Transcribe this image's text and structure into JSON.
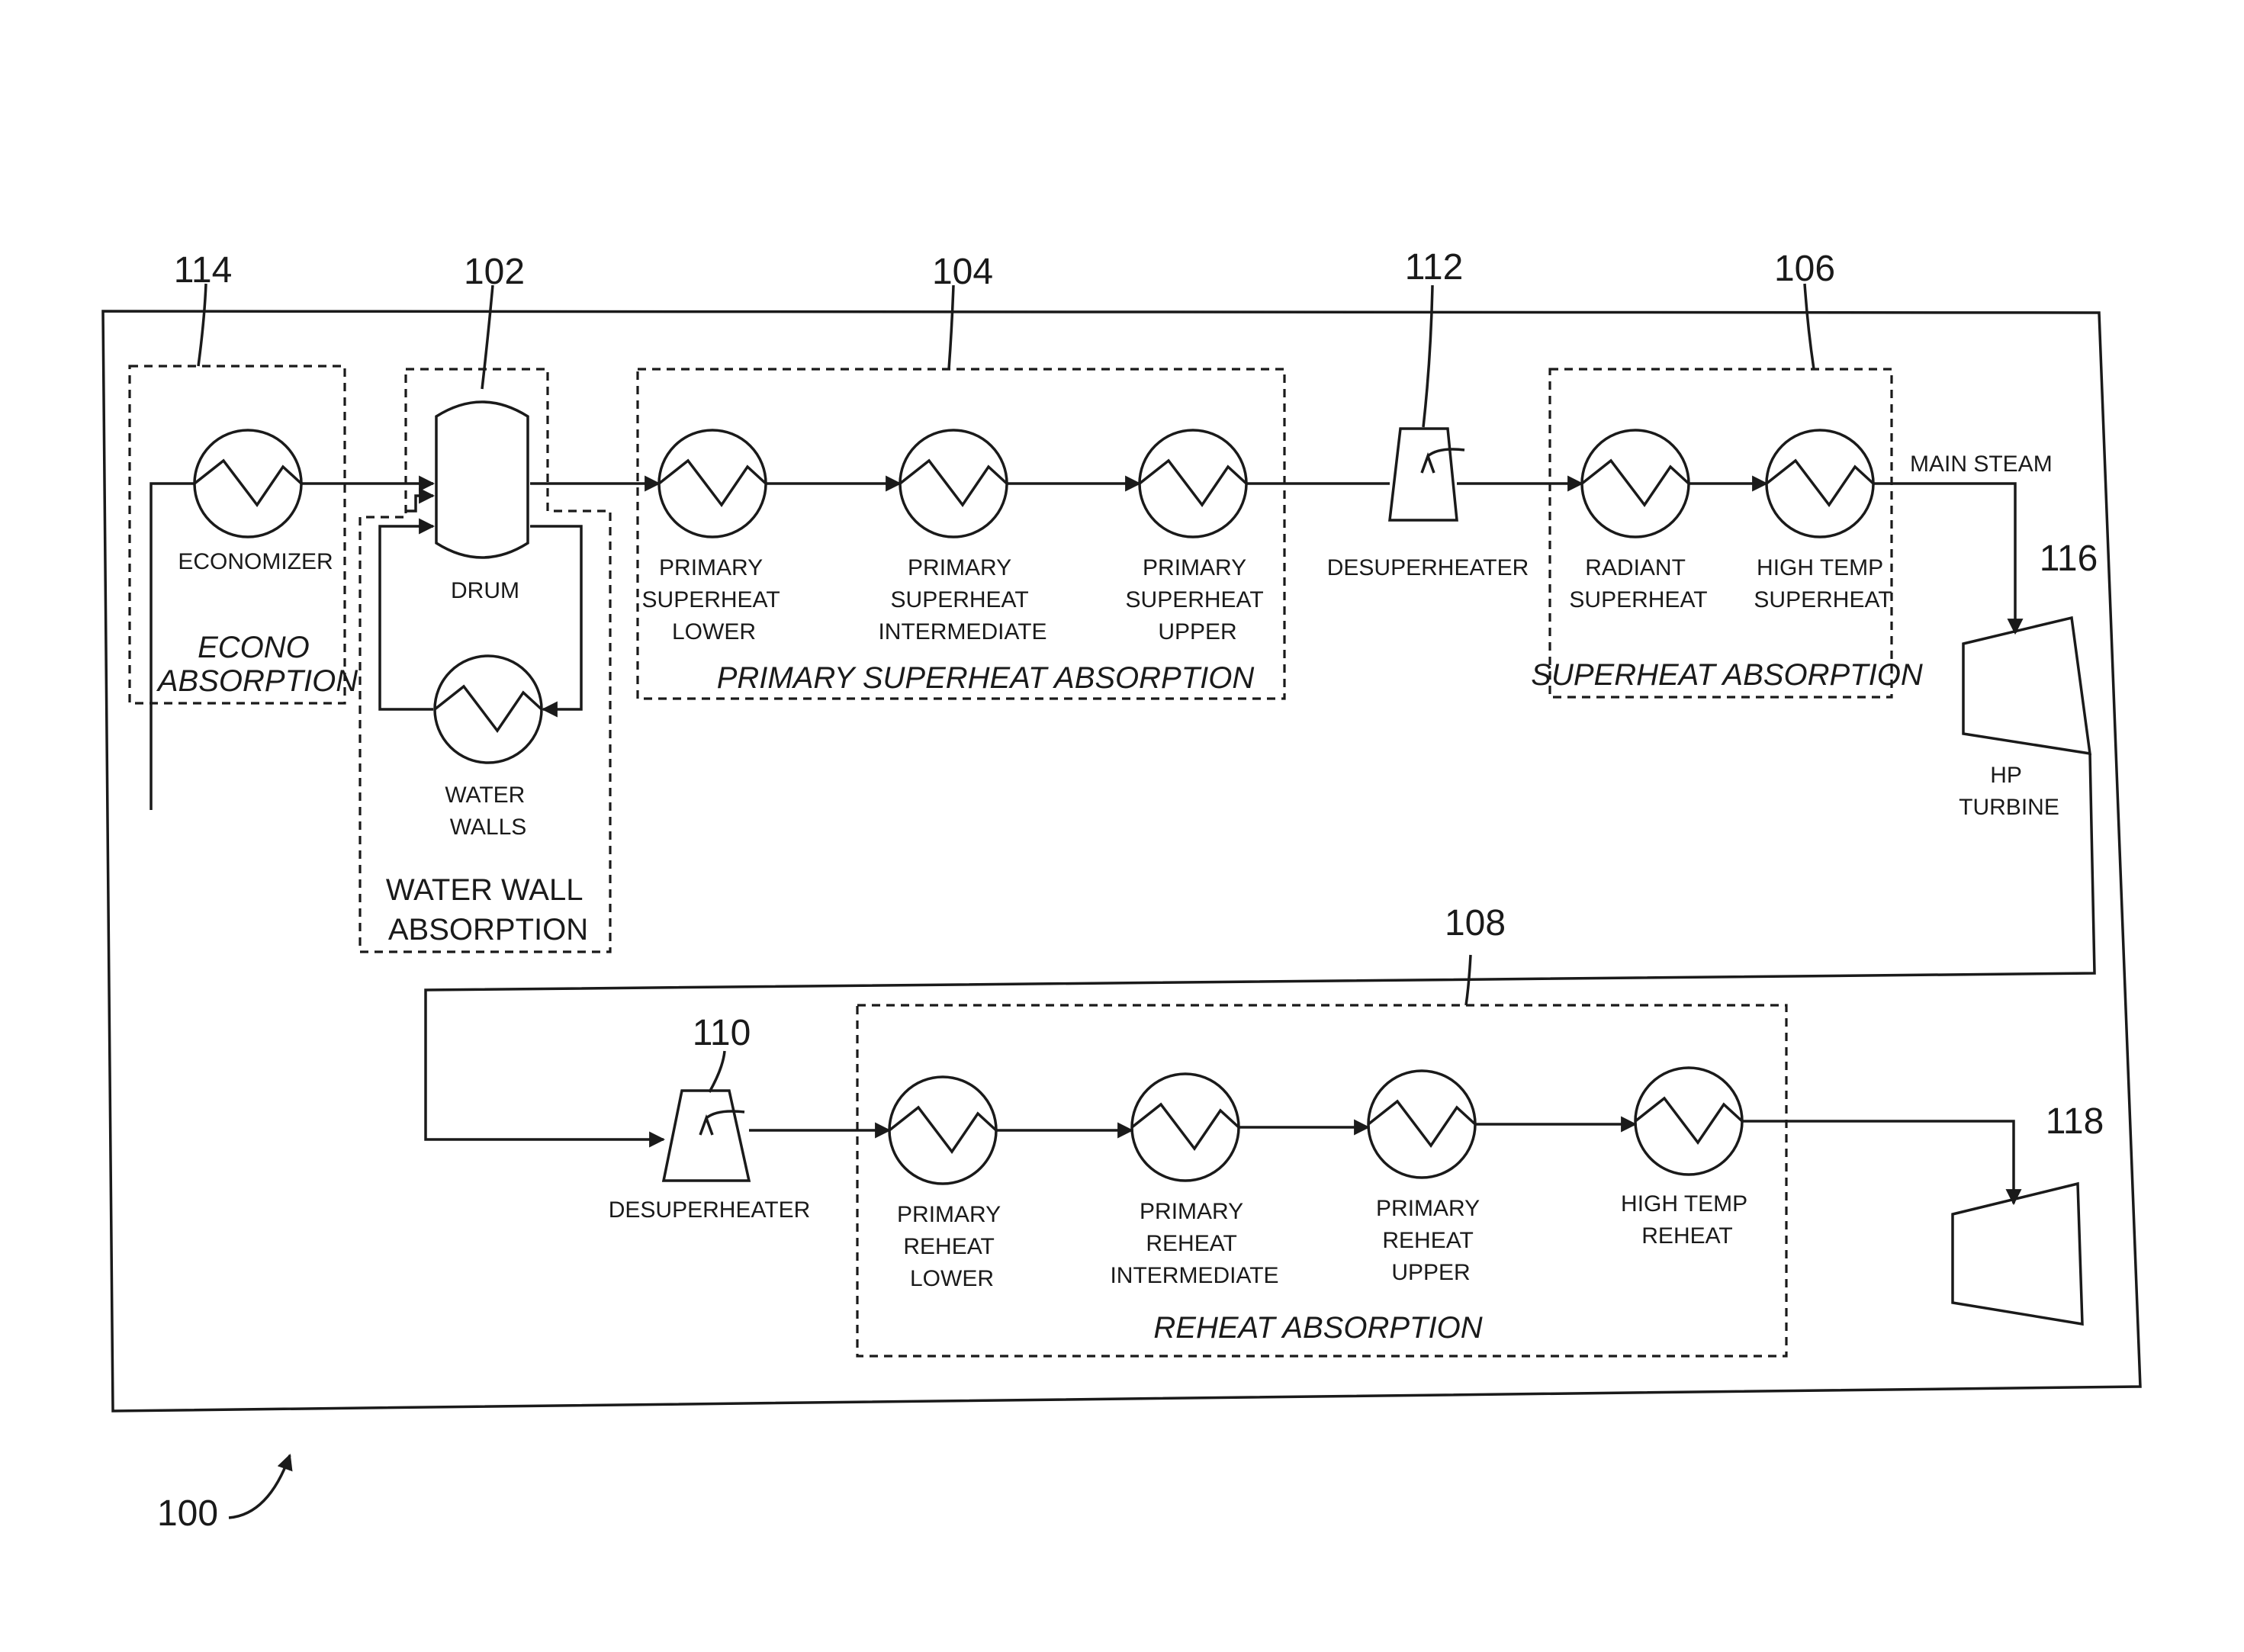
{
  "refs": {
    "system": "100",
    "drum": "102",
    "primary_superheat": "104",
    "superheat": "106",
    "reheat": "108",
    "desuperheater_reheat": "110",
    "desuperheater_superheat": "112",
    "economizer": "114",
    "hp_turbine": "116",
    "turbine_2": "118"
  },
  "components": {
    "economizer": [
      "ECONOMIZER"
    ],
    "drum": [
      "DRUM"
    ],
    "water_walls": [
      "WATER",
      "WALLS"
    ],
    "pshl": [
      "PRIMARY",
      "SUPERHEAT",
      "LOWER"
    ],
    "pshi": [
      "PRIMARY",
      "SUPERHEAT",
      "INTERMEDIATE"
    ],
    "pshu": [
      "PRIMARY",
      "SUPERHEAT",
      "UPPER"
    ],
    "desuperheater_1": [
      "DESUPERHEATER"
    ],
    "radiant": [
      "RADIANT",
      "SUPERHEAT"
    ],
    "htsh": [
      "HIGH TEMP",
      "SUPERHEAT"
    ],
    "main_steam": [
      "MAIN STEAM"
    ],
    "hp_turbine": [
      "HP",
      "TURBINE"
    ],
    "desuperheater_2": [
      "DESUPERHEATER"
    ],
    "prl": [
      "PRIMARY",
      "REHEAT",
      "LOWER"
    ],
    "pri": [
      "PRIMARY",
      "REHEAT",
      "INTERMEDIATE"
    ],
    "pru": [
      "PRIMARY",
      "REHEAT",
      "UPPER"
    ],
    "htr": [
      "HIGH TEMP",
      "REHEAT"
    ]
  },
  "groups": {
    "econo": [
      "ECONO",
      "ABSORPTION"
    ],
    "water_wall": [
      "WATER WALL",
      "ABSORPTION"
    ],
    "primary_superheat": [
      "PRIMARY SUPERHEAT ABSORPTION"
    ],
    "superheat": [
      "SUPERHEAT ABSORPTION"
    ],
    "reheat": [
      "REHEAT ABSORPTION"
    ]
  }
}
